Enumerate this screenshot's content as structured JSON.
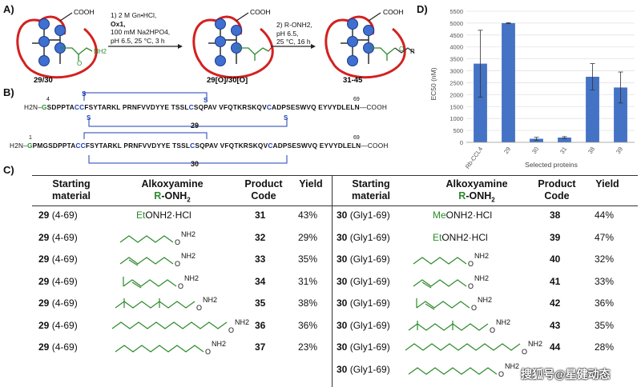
{
  "panelA": {
    "label": "A)",
    "step1": [
      "1) 2 M Gn•HCl,",
      "Ox1,",
      "100 mM Na2HPO4,",
      "pH 6.5, 25 °C, 3 h"
    ],
    "step2": [
      "2) R-ONH2,",
      "pH 6.5,",
      "25 °C, 16 h"
    ],
    "compound1": "29/30",
    "compound2": "29[O]/30[O]",
    "compound3": "31-45",
    "cooh": "COOH",
    "c_label": "C",
    "nh2": "NH2",
    "o_label": "O",
    "r_label": "R"
  },
  "panelB": {
    "label": "B)",
    "seq29": {
      "prefix": "H2N–",
      "num": "4",
      "g": "G",
      "a": "SDPPTA",
      "b": "CC",
      "c": "FSYTARKL PRNFVVDYYE TSSL",
      "d": "C",
      "e": "SQPAV VFQTKRSKQV",
      "f": "C",
      "h": "ADPSESWVQ EYVYDLELN",
      "end_num": "69",
      "suffix": "—COOH",
      "name": "29"
    },
    "seq30": {
      "prefix": "H2N–",
      "num": "1",
      "g": "G",
      "a": "PMGSDPPTA",
      "b": "CC",
      "c": "FSYTARKL PRNFVVDYYE TSSL",
      "d": "C",
      "e": "SQPAV VFQTKRSKQV",
      "f": "C",
      "h": "ADPSESWVQ EYVYDLELN",
      "end_num": "69",
      "suffix": "—COOH",
      "name": "30"
    },
    "s": "S"
  },
  "panelC": {
    "label": "C)",
    "headers": {
      "starting": [
        "Starting",
        "material"
      ],
      "alkoxy": [
        "Alkoxyamine",
        "R-ONH2"
      ],
      "product": [
        "Product",
        "Code"
      ],
      "yield": "Yield"
    },
    "left": [
      {
        "sm": "29",
        "range": "(4-69)",
        "alk": "EtONH2·HCl",
        "alk_prefix": "Et",
        "alk_rest": "ONH2·HCl",
        "code": "31",
        "yield": "43%",
        "struct": "none"
      },
      {
        "sm": "29",
        "range": "(4-69)",
        "code": "32",
        "yield": "29%",
        "struct": "hexyl"
      },
      {
        "sm": "29",
        "range": "(4-69)",
        "code": "33",
        "yield": "35%",
        "struct": "hexenyl"
      },
      {
        "sm": "29",
        "range": "(4-69)",
        "code": "34",
        "yield": "31%",
        "struct": "cishexenyl"
      },
      {
        "sm": "29",
        "range": "(4-69)",
        "code": "35",
        "yield": "38%",
        "struct": "geranyl"
      },
      {
        "sm": "29",
        "range": "(4-69)",
        "code": "36",
        "yield": "36%",
        "struct": "dodecyl"
      },
      {
        "sm": "29",
        "range": "(4-69)",
        "code": "37",
        "yield": "23%",
        "struct": "peg"
      }
    ],
    "right": [
      {
        "sm": "30",
        "range": "(Gly1-69)",
        "alk_prefix": "Me",
        "alk_rest": "ONH2·HCl",
        "code": "38",
        "yield": "44%",
        "struct": "none"
      },
      {
        "sm": "30",
        "range": "(Gly1-69)",
        "alk_prefix": "Et",
        "alk_rest": "ONH2·HCl",
        "code": "39",
        "yield": "47%",
        "struct": "none"
      },
      {
        "sm": "30",
        "range": "(Gly1-69)",
        "code": "40",
        "yield": "32%",
        "struct": "hexyl"
      },
      {
        "sm": "30",
        "range": "(Gly1-69)",
        "code": "41",
        "yield": "33%",
        "struct": "hexenyl"
      },
      {
        "sm": "30",
        "range": "(Gly1-69)",
        "code": "42",
        "yield": "36%",
        "struct": "cishexenyl"
      },
      {
        "sm": "30",
        "range": "(Gly1-69)",
        "code": "43",
        "yield": "35%",
        "struct": "geranyl"
      },
      {
        "sm": "30",
        "range": "(Gly1-69)",
        "code": "44",
        "yield": "28%",
        "struct": "dodecyl"
      },
      {
        "sm": "30",
        "range": "(Gly1-69)",
        "code": "",
        "yield": "",
        "struct": "peg"
      }
    ],
    "nh2_text": "NH2",
    "o_text": "O"
  },
  "panelD": {
    "label": "D)",
    "chart_data": {
      "type": "bar",
      "categories": [
        "Rb-CCL4",
        "29",
        "30",
        "31",
        "38",
        "39"
      ],
      "values": [
        3300,
        5000,
        150,
        200,
        2750,
        2300
      ],
      "errors": [
        1400,
        20,
        60,
        40,
        550,
        650
      ],
      "ylabel": "EC50 (nM)",
      "xlabel": "Selected proteins",
      "ylim": [
        0,
        5500
      ],
      "yticks": [
        0,
        500,
        1000,
        1500,
        2000,
        2500,
        3000,
        3500,
        4000,
        4500,
        5000,
        5500
      ],
      "bar_color": "#4472c4"
    }
  },
  "watermark": "搜狐号@星健动态"
}
